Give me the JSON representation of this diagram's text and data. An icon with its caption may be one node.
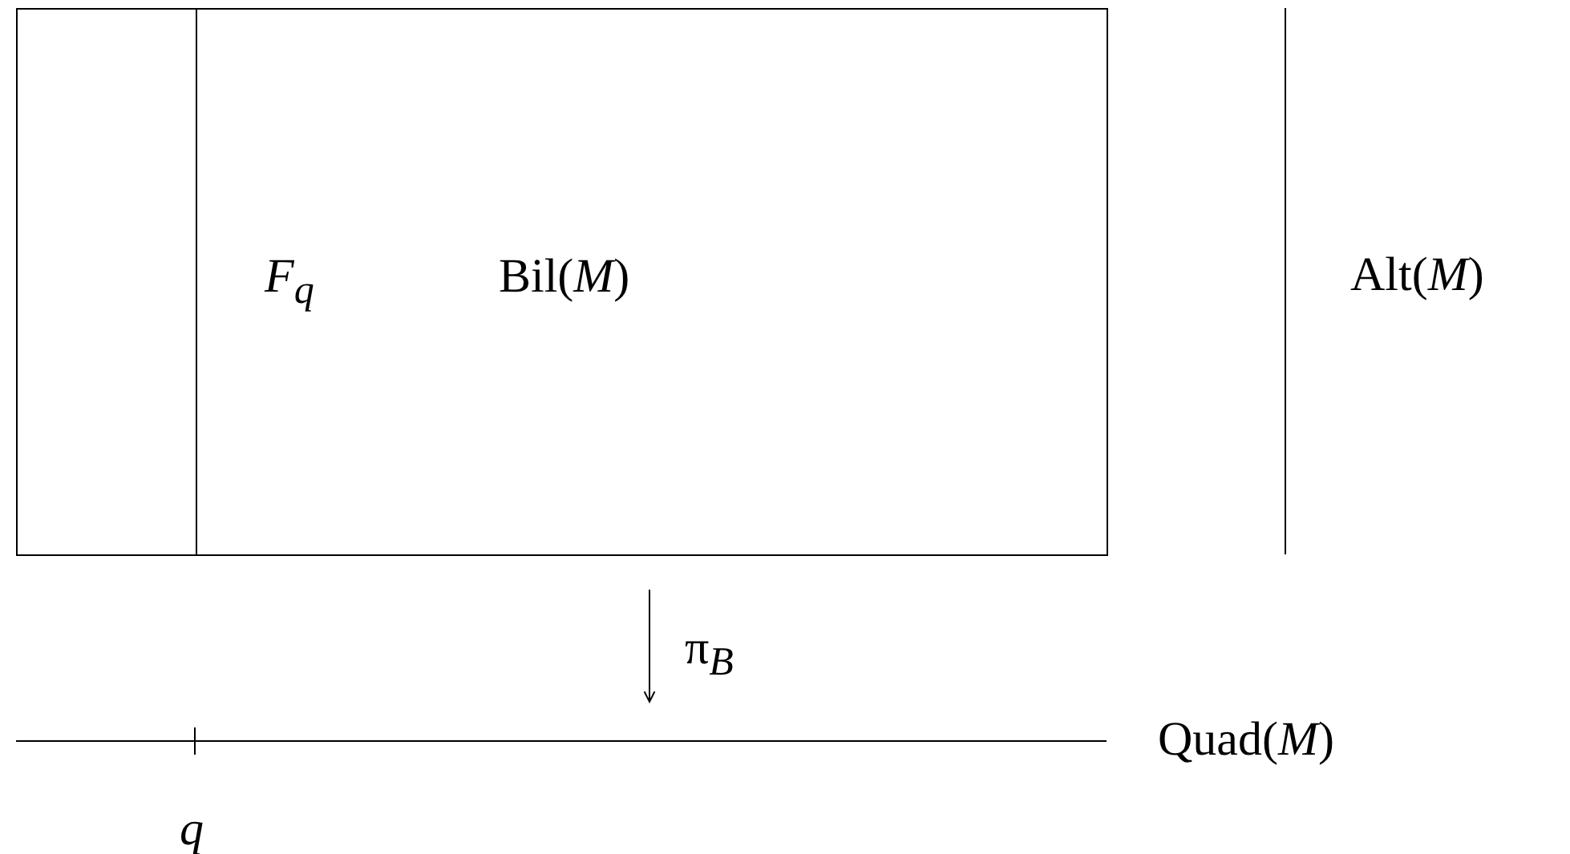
{
  "diagram": {
    "nodes": [
      {
        "text": [
          "Bil(*M*)"
        ]
      },
      {
        "text": [
          "*F*$_{q}$"
        ],
        "in": 0
      },
      {
        "text": [
          "Alt(*M*)"
        ]
      },
      {
        "text": [
          "Quad(*M*)"
        ]
      }
    ],
    "edges": [
      {
        "from": 0,
        "to": 3,
        "arrow": "to",
        "label": "π$_{B}$"
      }
    ],
    "labels": [
      "*q*"
    ]
  }
}
